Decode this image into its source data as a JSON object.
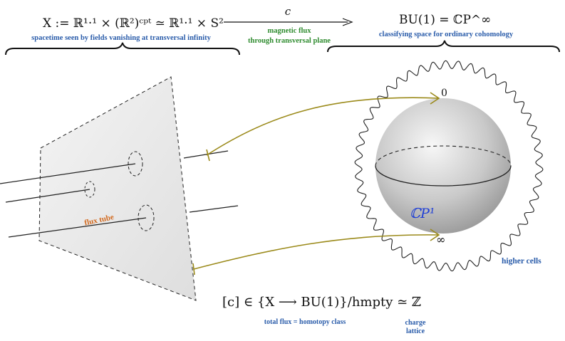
{
  "top_left": {
    "formula": "X := ℝ¹·¹ × (ℝ²)ᶜᵖᵗ ≃ ℝ¹·¹ × S²",
    "caption": "spacetime seen by fields vanishing at transversal infinity"
  },
  "top_arrow": {
    "label": "c",
    "caption_line1": "magnetic flux",
    "caption_line2": "through transversal plane"
  },
  "top_right": {
    "formula": "BU(1) = ℂP^∞",
    "caption": "classifying space for ordinary cohomology"
  },
  "sphere": {
    "top_point": "0",
    "bottom_point": "∞",
    "label": "ℂP¹",
    "outer_caption": "higher cells"
  },
  "plane": {
    "tube_label": "flux tube"
  },
  "bottom": {
    "formula": "[c] ∈ {X ⟶ BU(1)}/hmpty ≃ ℤ",
    "caption_left": "total flux = homotopy class",
    "caption_right_line1": "charge",
    "caption_right_line2": "lattice"
  },
  "colors": {
    "blue_caption": "#2a5caa",
    "green_caption": "#2e8b2e",
    "orange_caption": "#d2691e",
    "arrow_olive": "#9b8a1a",
    "sphere_label": "#1f3fd6"
  }
}
